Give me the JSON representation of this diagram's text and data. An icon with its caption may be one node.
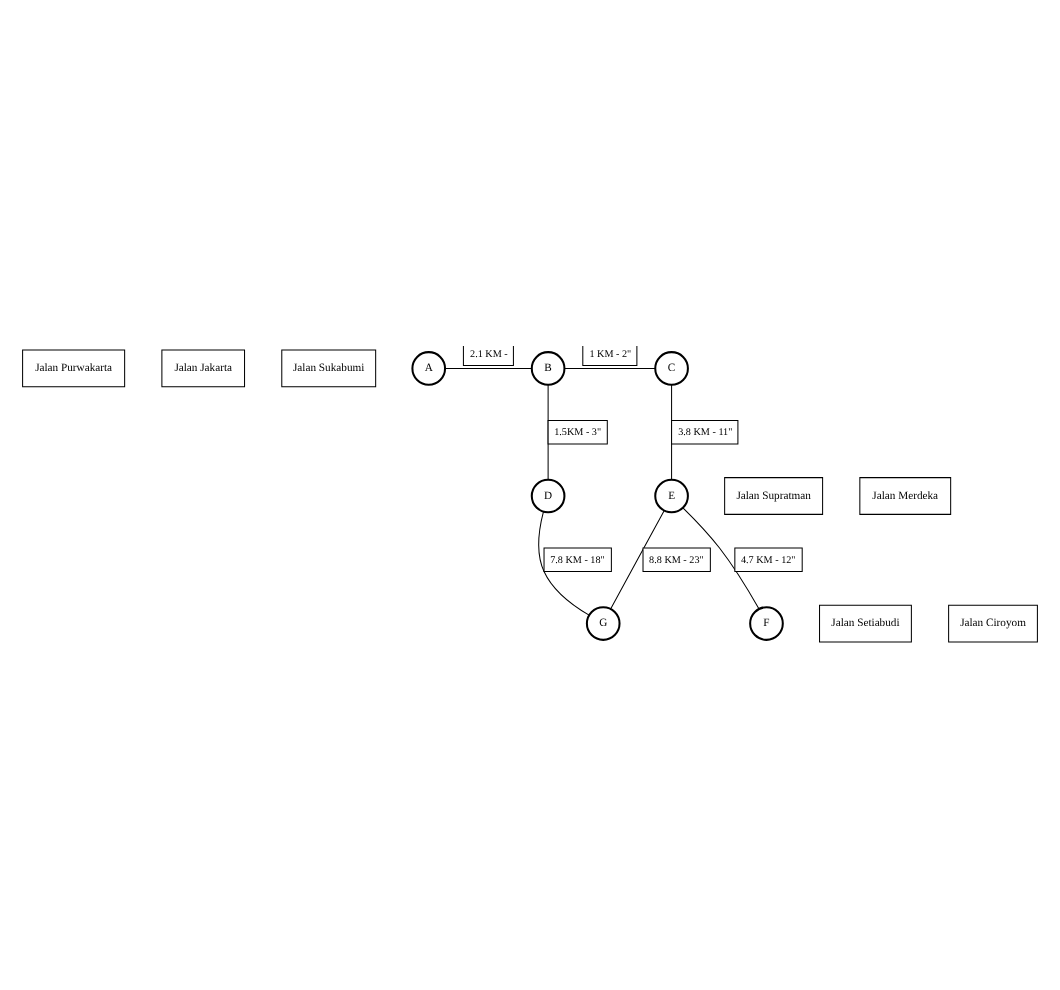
{
  "diagram": {
    "nodes": [
      {
        "text": [
          "Jalan Purwakarta"
        ]
      },
      {
        "text": [
          "Jalan Jakarta"
        ]
      },
      {
        "text": [
          "Jalan Sukabumi"
        ]
      },
      {
        "text": [
          "A"
        ]
      },
      {
        "text": [
          "B"
        ]
      },
      {
        "text": [
          "C"
        ]
      },
      {
        "text": [
          "Jalan Supratman"
        ]
      },
      {
        "text": [
          "D"
        ]
      },
      {
        "text": [
          "Jalan Merdeka"
        ]
      },
      {
        "text": [
          "E"
        ]
      },
      {
        "text": [
          "Jalan Setiabudi"
        ]
      },
      {
        "text": [
          "G"
        ]
      },
      {
        "text": [
          "Jalan Ciroyom"
        ]
      },
      {
        "text": [
          "F"
        ]
      }
    ],
    "edges": [
      {
        "from": 3,
        "to": 4,
        "arrow": "none",
        "label": "2.1 KM -"
      },
      {
        "from": 4,
        "to": 5,
        "arrow": "none",
        "label": "1 KM - 2\""
      },
      {
        "from": 4,
        "to": 7,
        "arrow": "none",
        "label": "1.5KM - 3\""
      },
      {
        "from": 5,
        "to": 9,
        "arrow": "none",
        "label": "3.8 KM - 11\""
      },
      {
        "from": 7,
        "to": 11,
        "arrow": "none",
        "label": "7.8 KM - 18\""
      },
      {
        "from": 9,
        "to": 11,
        "arrow": "none",
        "label": "8.8 KM - 23\""
      },
      {
        "from": 9,
        "to": 13,
        "arrow": "none",
        "label": "4.7 KM - 12\""
      }
    ]
  }
}
